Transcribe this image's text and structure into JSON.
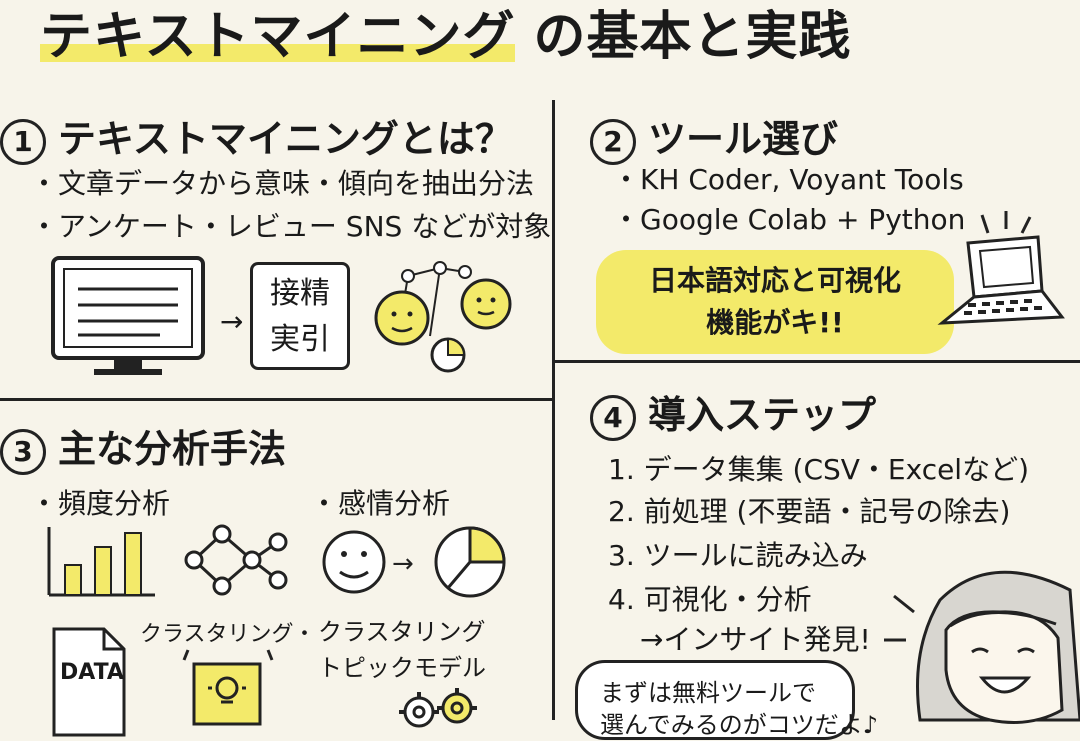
{
  "title": {
    "main": "テキストマイニング",
    "rest": "の基本と実践"
  },
  "section1": {
    "number": "1",
    "heading": "テキストマイニングとは？",
    "bullets": [
      "文章データから意味・傾向を抽出分法",
      "アンケート・レビュー SNS などが対象"
    ],
    "box_text_line1": "接精",
    "box_text_line2": "実引"
  },
  "section2": {
    "number": "2",
    "heading": "ツール選び",
    "bullets": [
      "KH Coder,  Voyant Tools",
      "Google Colab + Python"
    ],
    "callout_line1": "日本語対応と可視化",
    "callout_line2": "機能がキ!!"
  },
  "section3": {
    "number": "3",
    "heading": "主な分析手法",
    "items": [
      "頻度分析",
      "感情分析"
    ],
    "sub_label_left": "クラスタリング・",
    "sub_label_right_line1": "クラスタリング",
    "sub_label_right_line2": "トピックモデル",
    "data_label": "DATA"
  },
  "section4": {
    "number": "4",
    "heading": "導入ステップ",
    "steps": [
      "1. データ集集 (CSV・Excelなど)",
      "2. 前処理 (不要語・記号の除去)",
      "3. ツールに読み込み",
      "4. 可視化・分析",
      "→インサイト発見!"
    ],
    "bubble_line1": "まずは無料ツールで",
    "bubble_line2": "選んでみるのがコツだよ♪"
  },
  "colors": {
    "highlight": "#f3ea6a",
    "ink": "#1a1a1a",
    "paper": "#f7f4ea"
  }
}
